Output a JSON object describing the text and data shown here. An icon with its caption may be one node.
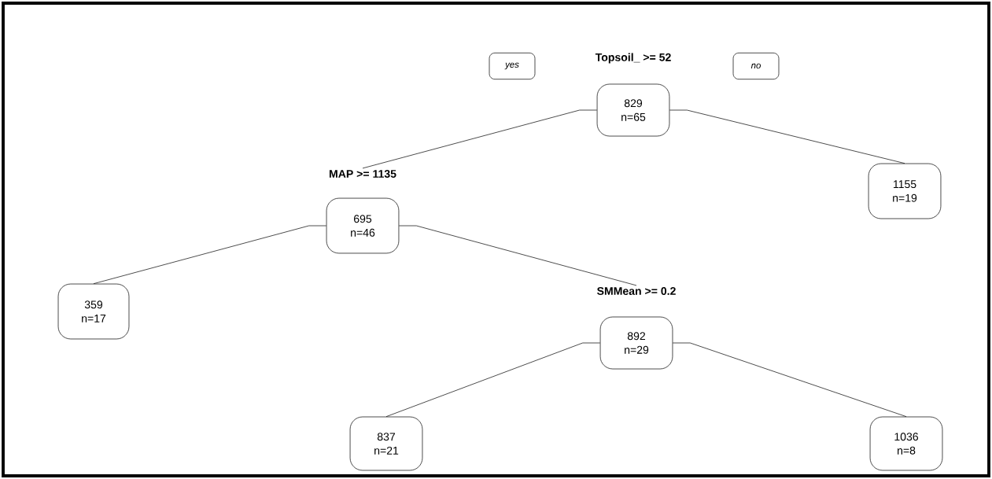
{
  "diagram": {
    "nodes": [
      {
        "text": [
          "yes"
        ]
      },
      {
        "text": [
          "Topsoil_ >= 52",
          "829 n=65"
        ]
      },
      {
        "text": [
          "no"
        ]
      },
      {
        "text": [
          "MAP >= 1135",
          "695 n=46"
        ]
      },
      {
        "text": [
          "1155 n=19"
        ]
      },
      {
        "text": [
          "359 n=17"
        ]
      },
      {
        "text": [
          "SMMean >= 0.2",
          "892 n=29"
        ]
      },
      {
        "text": [
          "837 n=21"
        ]
      },
      {
        "text": [
          "1036 n=8"
        ]
      }
    ],
    "edges": [
      {
        "from": 1,
        "to": 3,
        "arrow": "none"
      },
      {
        "from": 1,
        "to": 4,
        "arrow": "none"
      },
      {
        "from": 3,
        "to": 5,
        "arrow": "none"
      },
      {
        "from": 3,
        "to": 6,
        "arrow": "none"
      },
      {
        "from": 6,
        "to": 7,
        "arrow": "none"
      },
      {
        "from": 6,
        "to": 8,
        "arrow": "none"
      }
    ]
  }
}
